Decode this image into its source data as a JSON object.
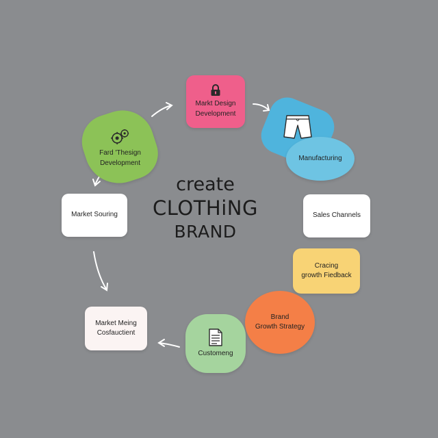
{
  "title": {
    "line1": "create",
    "line2": "CLOTHiNG",
    "line3": "BRAND"
  },
  "nodes": {
    "design": {
      "line1": "Markt Design",
      "line2": "Development",
      "icon": "lock-icon",
      "color": "#ef5f8b"
    },
    "manufacturing": {
      "label": "Manufacturing",
      "icon": "shorts-icon",
      "color": "#6ec4e3"
    },
    "sales": {
      "label": "Sales Channels",
      "color": "#ffffff"
    },
    "feedback": {
      "line1": "Cracing",
      "line2": "growth Fiedback",
      "color": "#f8d375"
    },
    "brand": {
      "line1": "Brand",
      "line2": "Growth Strategy",
      "color": "#f47f47"
    },
    "customer": {
      "label": "Customeng",
      "icon": "document-icon",
      "color": "#a5d49e"
    },
    "meing": {
      "line1": "Market Meing",
      "line2": "Cosfauctient",
      "color": "#fbf4f3"
    },
    "sourcing": {
      "label": "Market Souring",
      "color": "#ffffff"
    },
    "fard": {
      "line1": "Fard 'Thesign",
      "line2": "Development",
      "icon": "gears-icon",
      "color": "#8cc257"
    }
  },
  "background": "#8a8c8f"
}
